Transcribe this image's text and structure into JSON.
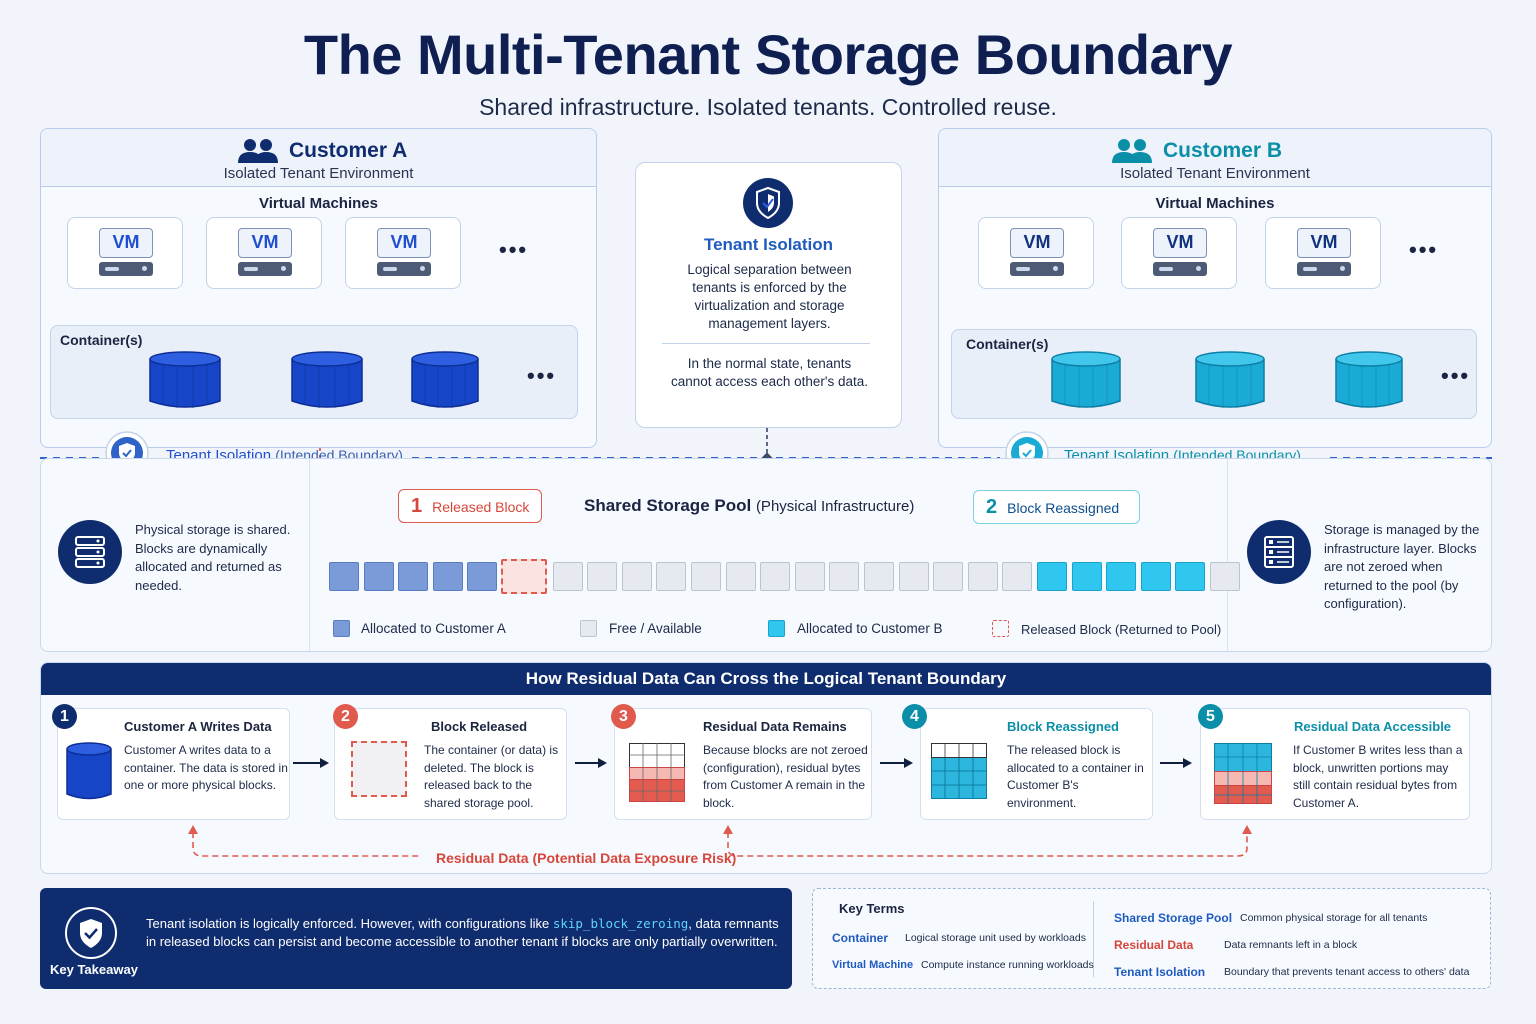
{
  "title": "The Multi-Tenant Storage Boundary",
  "subtitle": "Shared infrastructure. Isolated tenants. Controlled reuse.",
  "customer_a": {
    "name": "Customer A",
    "env": "Isolated Tenant Environment",
    "vm_heading": "Virtual Machines",
    "vm_label": "VM",
    "containers_label": "Container(s)",
    "more": "•••",
    "boundary_label": "Tenant Isolation",
    "boundary_note": "(Intended Boundary)",
    "color": "#1f4fcf"
  },
  "customer_b": {
    "name": "Customer B",
    "env": "Isolated Tenant Environment",
    "vm_heading": "Virtual Machines",
    "vm_label": "VM",
    "containers_label": "Container(s)",
    "more": "•••",
    "boundary_label": "Tenant Isolation",
    "boundary_note": "(Intended Boundary)",
    "color": "#0b8fa9"
  },
  "isolation": {
    "title": "Tenant Isolation",
    "text1": "Logical separation between tenants is enforced by the virtualization and storage management layers.",
    "text2": "In the normal state, tenants cannot access each other's data."
  },
  "pool": {
    "title": "Shared Storage Pool",
    "title_note": "(Physical Infrastructure)",
    "left_text": "Physical storage is shared. Blocks are dynamically allocated and returned as needed.",
    "right_text": "Storage is managed by the infrastructure layer. Blocks are not zeroed when returned to the pool (by configuration).",
    "tag1_num": "1",
    "tag1_label": "Released Block",
    "tag2_num": "2",
    "tag2_label": "Block Reassigned",
    "blocks": [
      "a",
      "a",
      "a",
      "a",
      "a",
      "r",
      "f",
      "f",
      "f",
      "f",
      "f",
      "f",
      "f",
      "f",
      "f",
      "f",
      "f",
      "f",
      "f",
      "f",
      "b",
      "b",
      "b",
      "b",
      "b",
      "f"
    ],
    "legend": {
      "a": "Allocated to Customer A",
      "f": "Free / Available",
      "b": "Allocated to Customer B",
      "r": "Released Block (Returned to Pool)"
    }
  },
  "residual": {
    "heading": "How Residual Data Can Cross the Logical Tenant Boundary",
    "steps": [
      {
        "num": "1",
        "title": "Customer A Writes Data",
        "text": "Customer A writes data to a container. The data is stored in one or more physical blocks."
      },
      {
        "num": "2",
        "title": "Block Released",
        "text": "The container (or data) is deleted. The block is released back to the shared storage pool."
      },
      {
        "num": "3",
        "title": "Residual Data Remains",
        "text": "Because blocks are not zeroed (configuration), residual bytes from Customer A remain in the block."
      },
      {
        "num": "4",
        "title": "Block Reassigned",
        "text": "The released block is allocated to a container in Customer B's environment."
      },
      {
        "num": "5",
        "title": "Residual Data Accessible",
        "text": "If Customer B writes less than a block, unwritten portions may still contain residual bytes from Customer A."
      }
    ],
    "risk_label": "Residual Data (Potential Data Exposure Risk)"
  },
  "takeaway": {
    "label": "Key Takeaway",
    "text_before": "Tenant isolation is logically enforced. However, with configurations like ",
    "code": "skip_block_zeroing",
    "text_after": ", data remnants in released blocks can persist and become accessible to another tenant if blocks are only partially overwritten."
  },
  "key_terms": {
    "heading": "Key Terms",
    "items": [
      {
        "term": "Container",
        "def": "Logical storage unit used by workloads"
      },
      {
        "term": "Virtual Machine",
        "def": "Compute instance running workloads"
      },
      {
        "term": "Shared Storage Pool",
        "def": "Common physical storage for all tenants"
      },
      {
        "term": "Residual Data",
        "def": "Data remnants left in a block"
      },
      {
        "term": "Tenant Isolation",
        "def": "Boundary that prevents tenant access to others' data"
      }
    ]
  },
  "colors": {
    "navy": "#0f2c6e",
    "blue_a": "#1f4fcf",
    "teal_b": "#0b8fa9",
    "red": "#d6463a"
  }
}
